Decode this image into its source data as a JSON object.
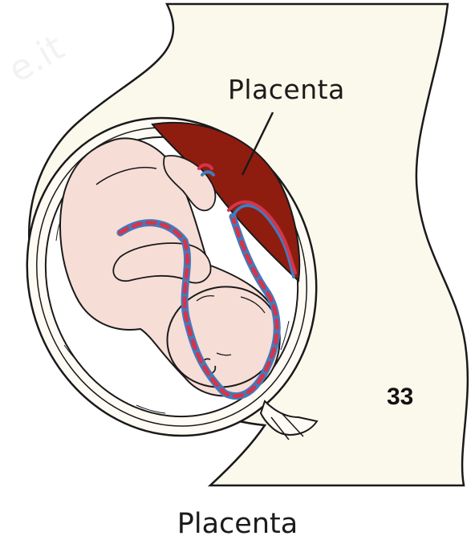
{
  "labels": {
    "placenta": "Placenta",
    "figure_number": "33",
    "caption": "Placenta",
    "watermark": "e.it"
  },
  "colors": {
    "body_fill": "#fbf8ec",
    "fetus_skin": "#f6ddd6",
    "placenta": "#8e1d0f",
    "artery": "#d6344a",
    "vein": "#3e7cc0",
    "amniotic_fluid": "#ffffff",
    "outline": "#1a1a1a"
  }
}
